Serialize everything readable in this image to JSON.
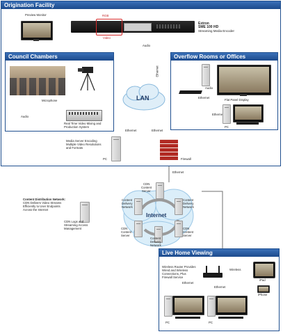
{
  "sections": {
    "origination": "Origination Facility",
    "council": "Council Chambers",
    "overflow": "Overflow Rooms or Offices",
    "home": "Live Home Viewing"
  },
  "origination": {
    "preview_monitor": "Preview Monitor",
    "device_brand": "Extron",
    "device_model": "SME 100 HD",
    "device_desc": "Streaming Media Encoder",
    "port_label_1": "RGB",
    "port_label_2": "Video",
    "link_audio": "Audio",
    "link_ethernet_top": "Ethernet",
    "lan": "LAN",
    "media_server": [
      "Media Server Encoding",
      "Multiple Video Resolutions",
      "and Formats"
    ],
    "media_server_pc": "PC",
    "firewall": "Firewall",
    "link_ethernet_server": "Ethernet",
    "link_ethernet_firewall": "Ethernet"
  },
  "council": {
    "microphone": "Microphone",
    "audio": "Audio",
    "mixer": [
      "Real Time Video Mixing and",
      "Production System"
    ]
  },
  "overflow": {
    "audio": "Audio",
    "ethernet": "Ethernet",
    "flat_panel": "Flat Panel Display",
    "ethernet2": "Ethernet",
    "pc": "PC"
  },
  "cdn": {
    "title": "Content Distribution Network:",
    "desc": [
      "CDN Delivers Video Streams",
      "Efficiently to User Endpoints",
      "Across the Internet"
    ],
    "logs": [
      "CDN Logs and",
      "Streaming Access",
      "Management"
    ],
    "internet": "Internet",
    "ethernet_down": "Ethernet",
    "nodes": [
      [
        "CDN",
        "Content",
        "Server"
      ],
      [
        "Content",
        "Delivery",
        "Network"
      ],
      [
        "Content",
        "Delivery",
        "Network"
      ],
      [
        "CDN",
        "Content",
        "Server"
      ],
      [
        "Content",
        "Delivery",
        "Network"
      ],
      [
        "CDN",
        "Content",
        "Server"
      ]
    ]
  },
  "home": {
    "router": [
      "Wireless Router Provides",
      "Wired and Wireless",
      "Connections, Plus",
      "Firewall Service"
    ],
    "wireless": "Wireless",
    "ipad": "iPad",
    "iphone": "iPhone",
    "ethernet_left": "Ethernet",
    "ethernet_right": "Ethernet",
    "pc_left": "PC",
    "pc_right": "PC"
  }
}
